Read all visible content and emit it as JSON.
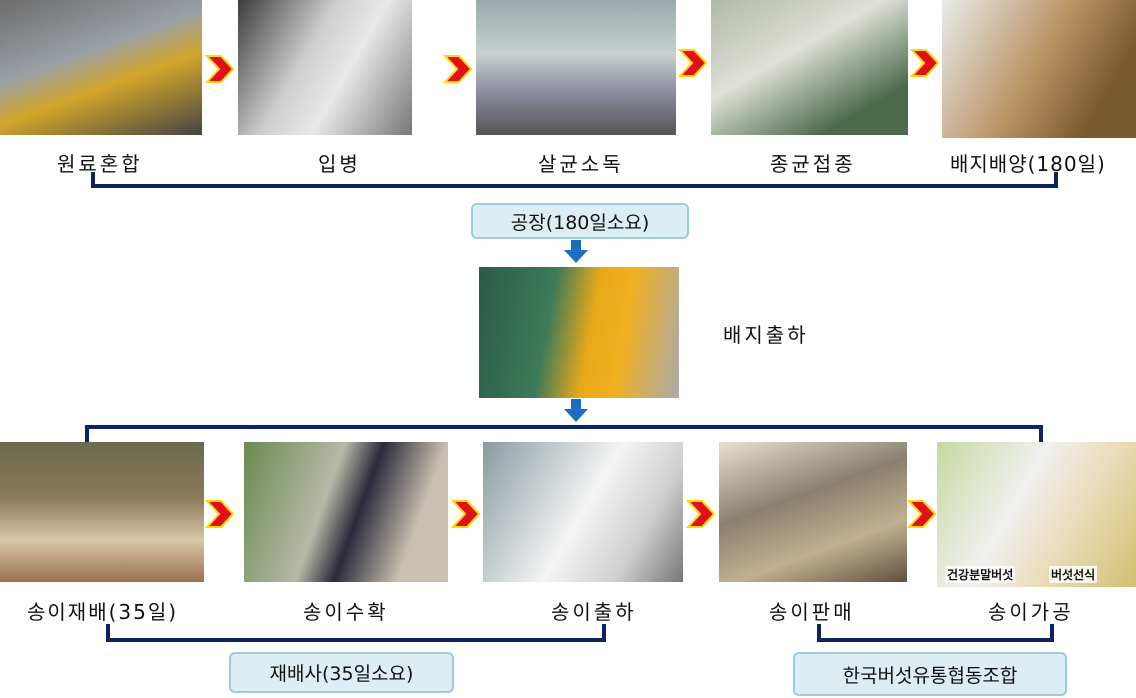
{
  "factory_steps": [
    "원료혼합",
    "입병",
    "살균소독",
    "종균접종",
    "배지배양(180일)"
  ],
  "factory_group": "공장(180일소요)",
  "shipment_step": "배지출하",
  "farm_steps": [
    "송이재배(35일)",
    "송이수확",
    "송이출하",
    "송이판매",
    "송이가공"
  ],
  "farm_group": "재배사(35일소요)",
  "coop_group": "한국버섯유통협동조합",
  "product_labels": [
    "건강분말버섯",
    "버섯선식"
  ],
  "colors": {
    "bracket": "#0d2260",
    "box_fill": "#dcedf3",
    "arrow_red": "#e0101a",
    "arrow_yellow": "#ffd800",
    "down_arrow": "#1a6fc4"
  }
}
